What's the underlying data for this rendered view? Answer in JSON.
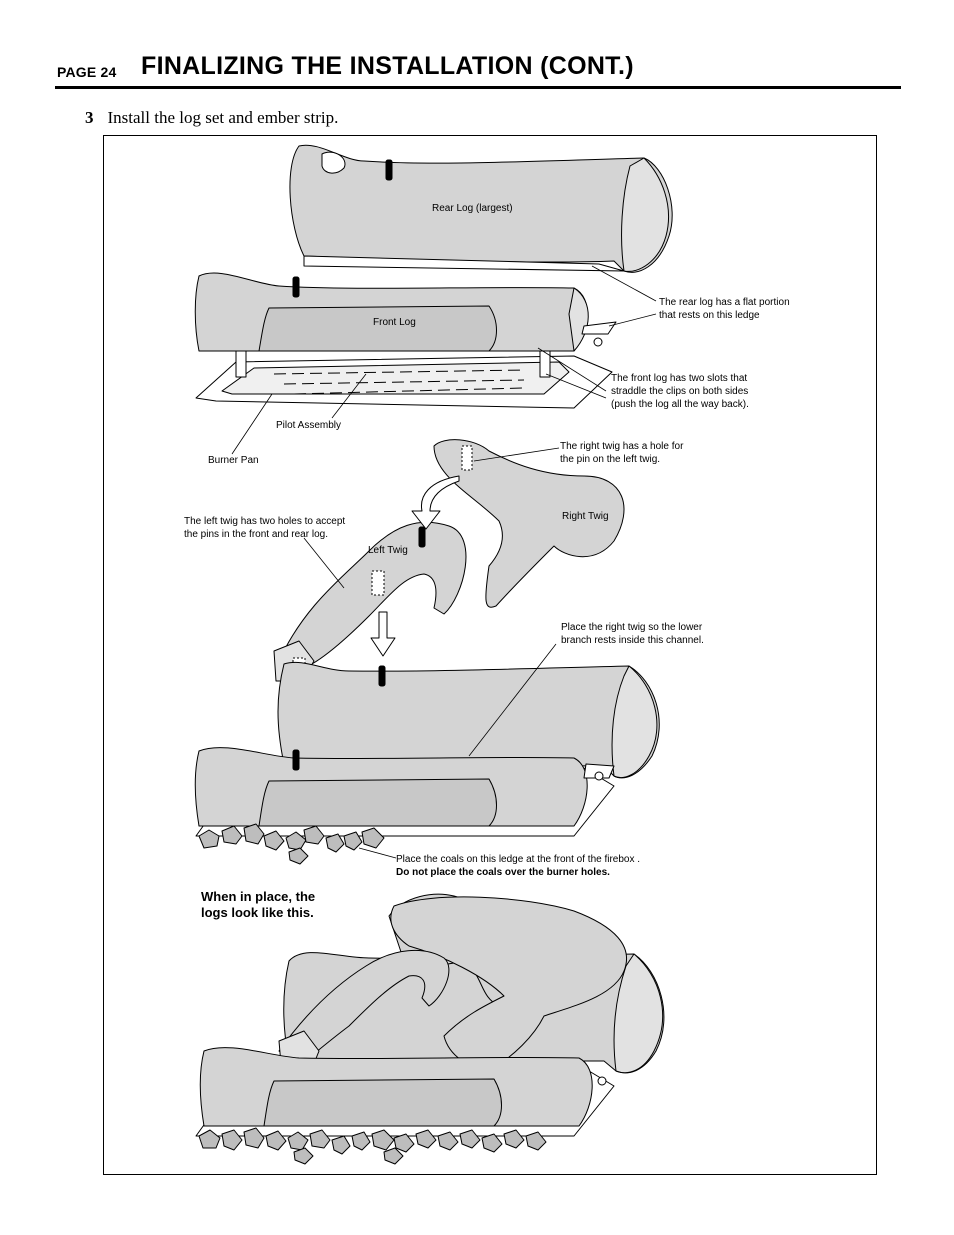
{
  "header": {
    "page_label": "PAGE 24",
    "title": "FINALIZING THE INSTALLATION (CONT.)"
  },
  "step": {
    "number": "3",
    "text": "Install the log set and ember strip."
  },
  "callouts": {
    "rear_log": "Rear Log (largest)",
    "front_log": "Front Log",
    "rear_log_note_1": "The rear log has a flat portion",
    "rear_log_note_2": "that rests on this ledge",
    "front_log_note_1": "The front log has two slots that",
    "front_log_note_2": "straddle the clips on both sides",
    "front_log_note_3": "(push the log all the way back).",
    "pilot_assembly": "Pilot Assembly",
    "burner_pan": "Burner Pan",
    "right_twig_note_1": "The right twig has a hole for",
    "right_twig_note_2": "the pin on the left twig.",
    "right_twig": "Right Twig",
    "left_twig_note_1": "The left twig has two holes to accept",
    "left_twig_note_2": "the pins in the front and rear log.",
    "left_twig": "Left Twig",
    "channel_note_1": "Place the right twig so the lower",
    "channel_note_2": "branch rests inside this channel.",
    "coals_note": "Place the coals on this ledge at the front of the firebox .",
    "coals_warning": "Do not place the coals over the burner holes.",
    "in_place_1": "When in place, the",
    "in_place_2": "logs look like this."
  },
  "colors": {
    "log_fill": "#d4d4d4",
    "outline": "#000000",
    "background": "#ffffff"
  }
}
